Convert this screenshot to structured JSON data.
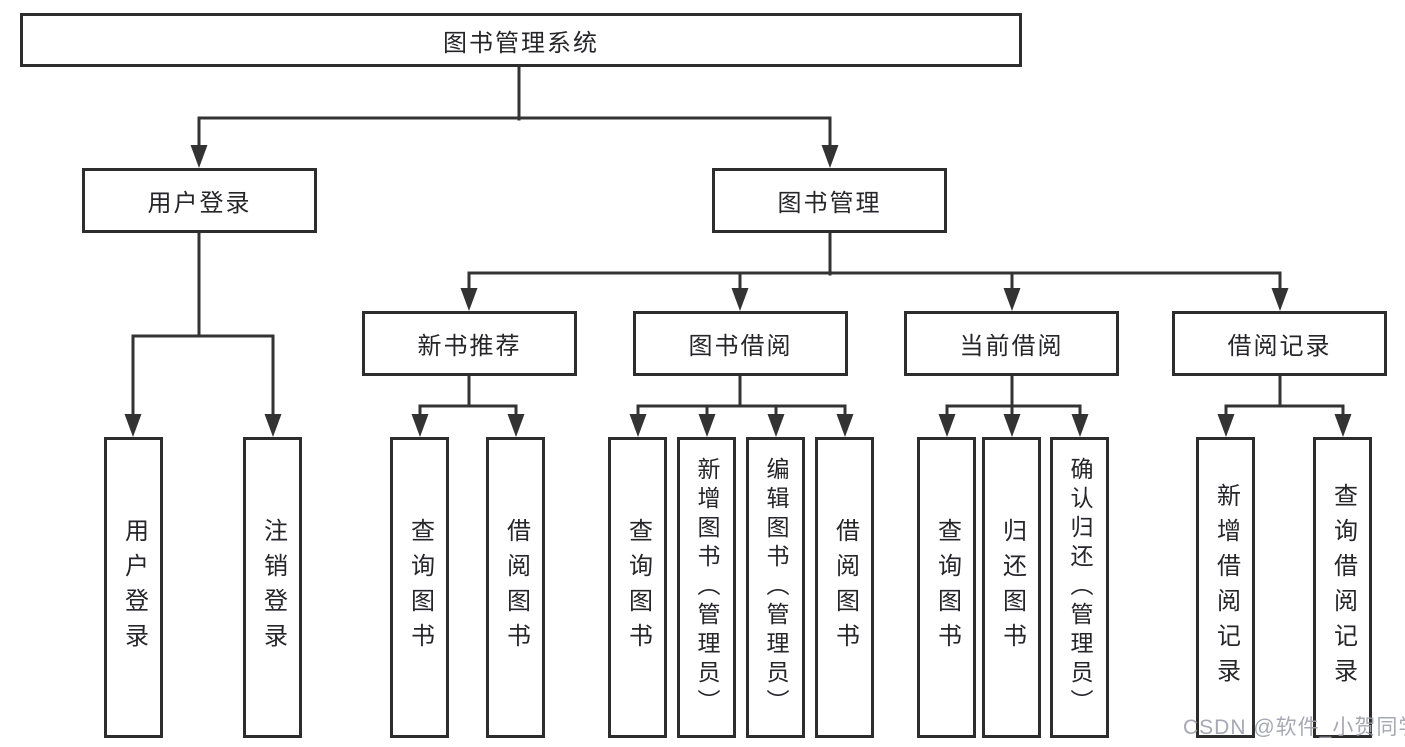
{
  "diagram_title": "图书管理系统",
  "colors": {
    "line": "#333333",
    "box_border": "#2d2d2d",
    "text": "#25252a",
    "background": "#ffffff",
    "watermark": "#9ea1ac"
  },
  "tree": {
    "root": {
      "label": "图书管理系统"
    },
    "branches": [
      {
        "label": "用户登录",
        "leaves": [
          "用户登录",
          "注销登录"
        ]
      },
      {
        "label": "图书管理",
        "groups": [
          {
            "label": "新书推荐",
            "leaves": [
              "查询图书",
              "借阅图书"
            ]
          },
          {
            "label": "图书借阅",
            "leaves": [
              "查询图书",
              "新增图书（管理员）",
              "编辑图书（管理员）",
              "借阅图书"
            ]
          },
          {
            "label": "当前借阅",
            "leaves": [
              "查询图书",
              "归还图书",
              "确认归还（管理员）"
            ]
          },
          {
            "label": "借阅记录",
            "leaves": [
              "新增借阅记录",
              "查询借阅记录"
            ]
          }
        ]
      }
    ]
  },
  "watermark": {
    "text": "CSDN @软件_小贺同学"
  }
}
